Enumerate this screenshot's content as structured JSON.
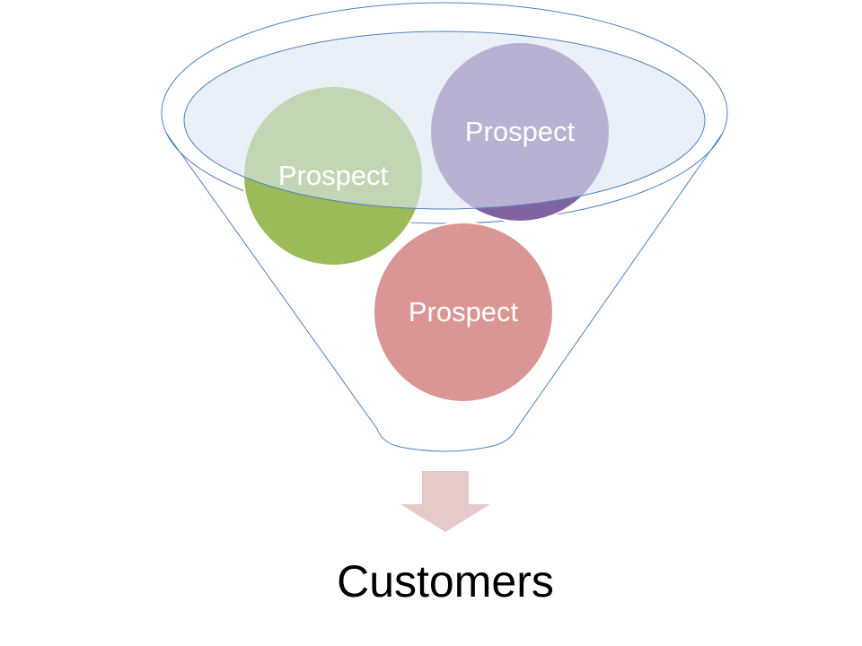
{
  "diagram": {
    "type": "sales-funnel",
    "colors": {
      "funnel_outline": "#4f81bd",
      "funnel_mouth_fill": "#dce6f2",
      "arrow": "#e6c9c9",
      "background": "#ffffff"
    },
    "prospects": [
      {
        "label": "Prospect",
        "color": "#9bbb59"
      },
      {
        "label": "Prospect",
        "color": "#8064a2"
      },
      {
        "label": "Prospect",
        "color": "#d99694"
      }
    ],
    "result_label": "Customers"
  }
}
